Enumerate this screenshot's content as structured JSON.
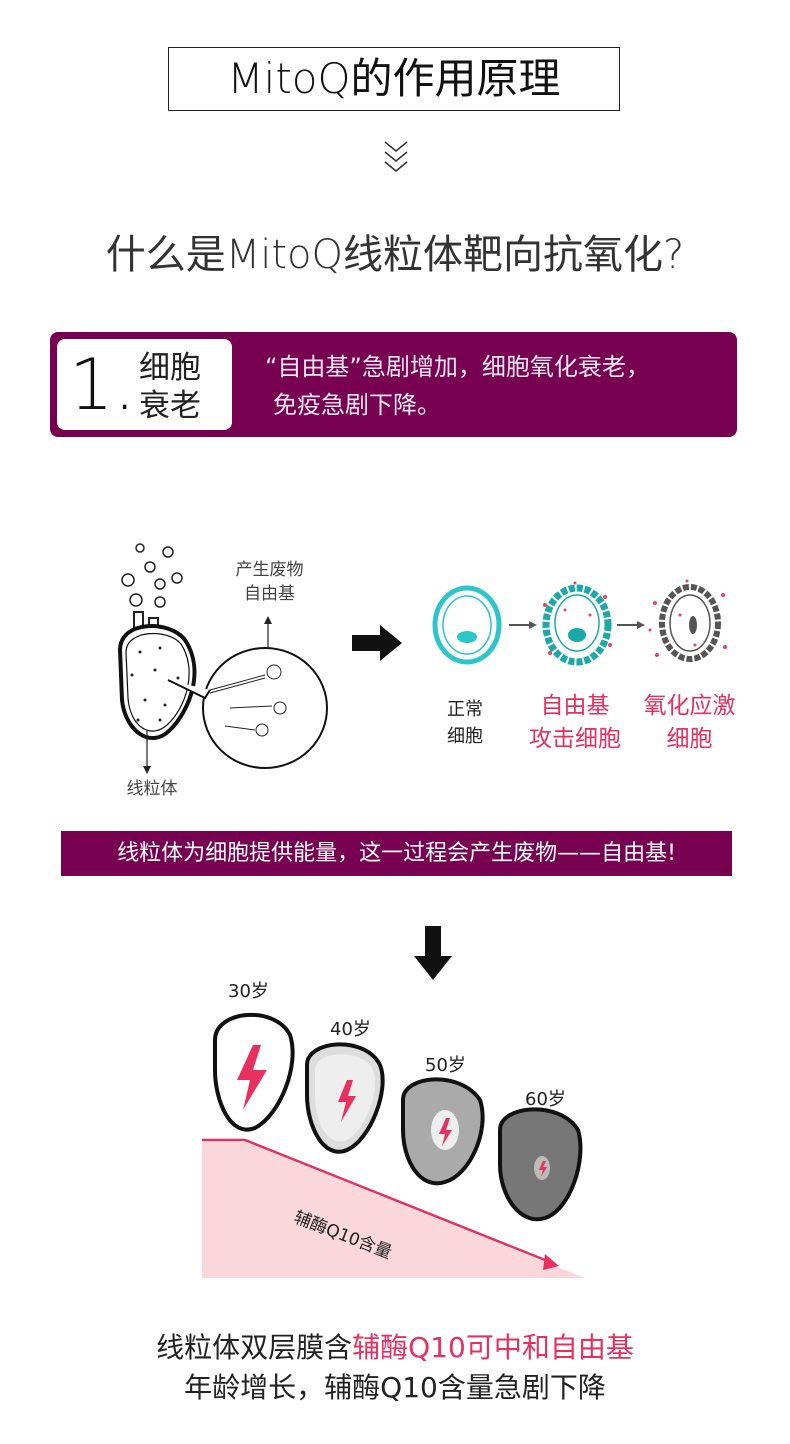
{
  "title": "MitoQ的作用原理",
  "question": "什么是MitoQ线粒体靶向抗氧化?",
  "section1": {
    "number": "1.",
    "label_line1": "细胞",
    "label_line2": "衰老",
    "text_line1": "“自由基”急剧增加，细胞氧化衰老，",
    "text_line2": "免疫急剧下降。"
  },
  "diagram": {
    "waste_label_line1": "产生废物",
    "waste_label_line2": "自由基",
    "mito_label": "线粒体",
    "cells": [
      {
        "line1": "正常",
        "line2": "细胞"
      },
      {
        "line1": "自由基",
        "line2": "攻击细胞"
      },
      {
        "line1": "氧化应激",
        "line2": "细胞"
      }
    ]
  },
  "strip_text": "线粒体为细胞提供能量，这一过程会产生废物——自由基!",
  "ages": [
    "30岁",
    "40岁",
    "50岁",
    "60岁"
  ],
  "coq10_label": "辅酶Q10含量",
  "bottom": {
    "line1_prefix": "线粒体双层膜含",
    "line1_highlight": "辅酶Q10可中和自由基",
    "line2": "年龄增长，辅酶Q10含量急剧下降"
  },
  "colors": {
    "purple": "#770050",
    "pink": "#e8305f",
    "teal": "#2cc5cc"
  }
}
